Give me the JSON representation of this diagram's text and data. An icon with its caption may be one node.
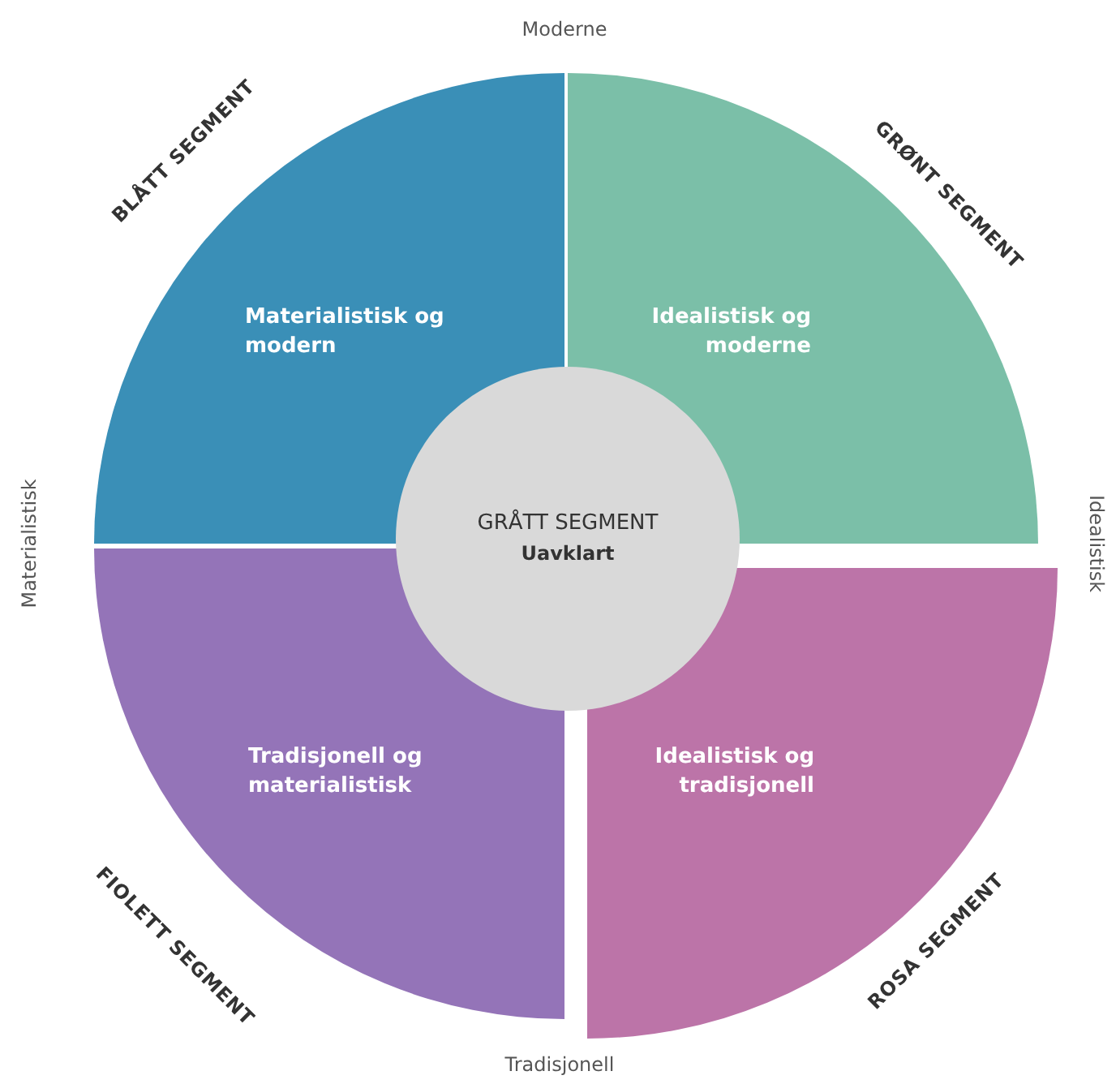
{
  "diagram": {
    "nodes": [
      {
        "text": [
          "Materialistisk og modern"
        ],
        "beside": [
          "BLÅTT SEGMENT"
        ]
      },
      {
        "text": [
          "Idealistisk og moderne"
        ],
        "beside": [
          "GRØNT SEGMENT"
        ]
      },
      {
        "text": [
          "GRÅTT SEGMENT",
          "Uavklart"
        ]
      },
      {
        "text": [
          "Tradisjonell og materialistisk"
        ],
        "beside": [
          "FIOLETT SEGMENT"
        ]
      },
      {
        "text": [
          "Idealistisk og tradisjonell"
        ],
        "beside": [
          "ROSA SEGMENT"
        ]
      }
    ],
    "labels": [
      "Moderne",
      "Materialistisk",
      "Idealistisk",
      "Tradisjonell"
    ]
  }
}
